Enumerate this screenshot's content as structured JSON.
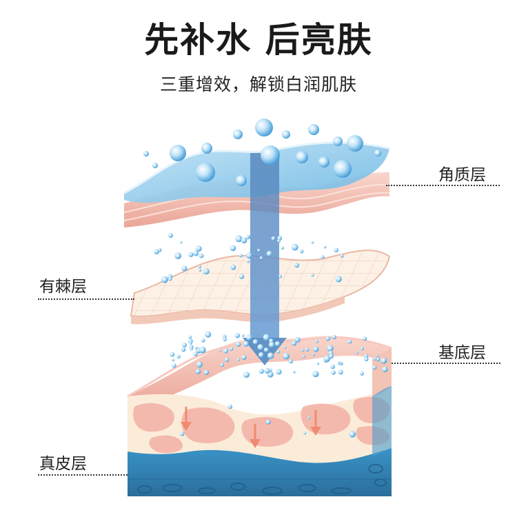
{
  "header": {
    "title": "先补水 后亮肤",
    "subtitle": "三重增效，解锁白润肌肤"
  },
  "layers": {
    "stratum_corneum": "角质层",
    "stratum_spinosum": "有棘层",
    "stratum_basale": "基底层",
    "dermis": "真皮层"
  },
  "colors": {
    "water_blue": "#4aa3d8",
    "skin_pink": "#f2b5a8",
    "cream": "#fbecd9",
    "dermis_blue": "#2e86b8",
    "arrow_blue": "#5b8fc4",
    "arrow_coral": "#ef8a70"
  }
}
